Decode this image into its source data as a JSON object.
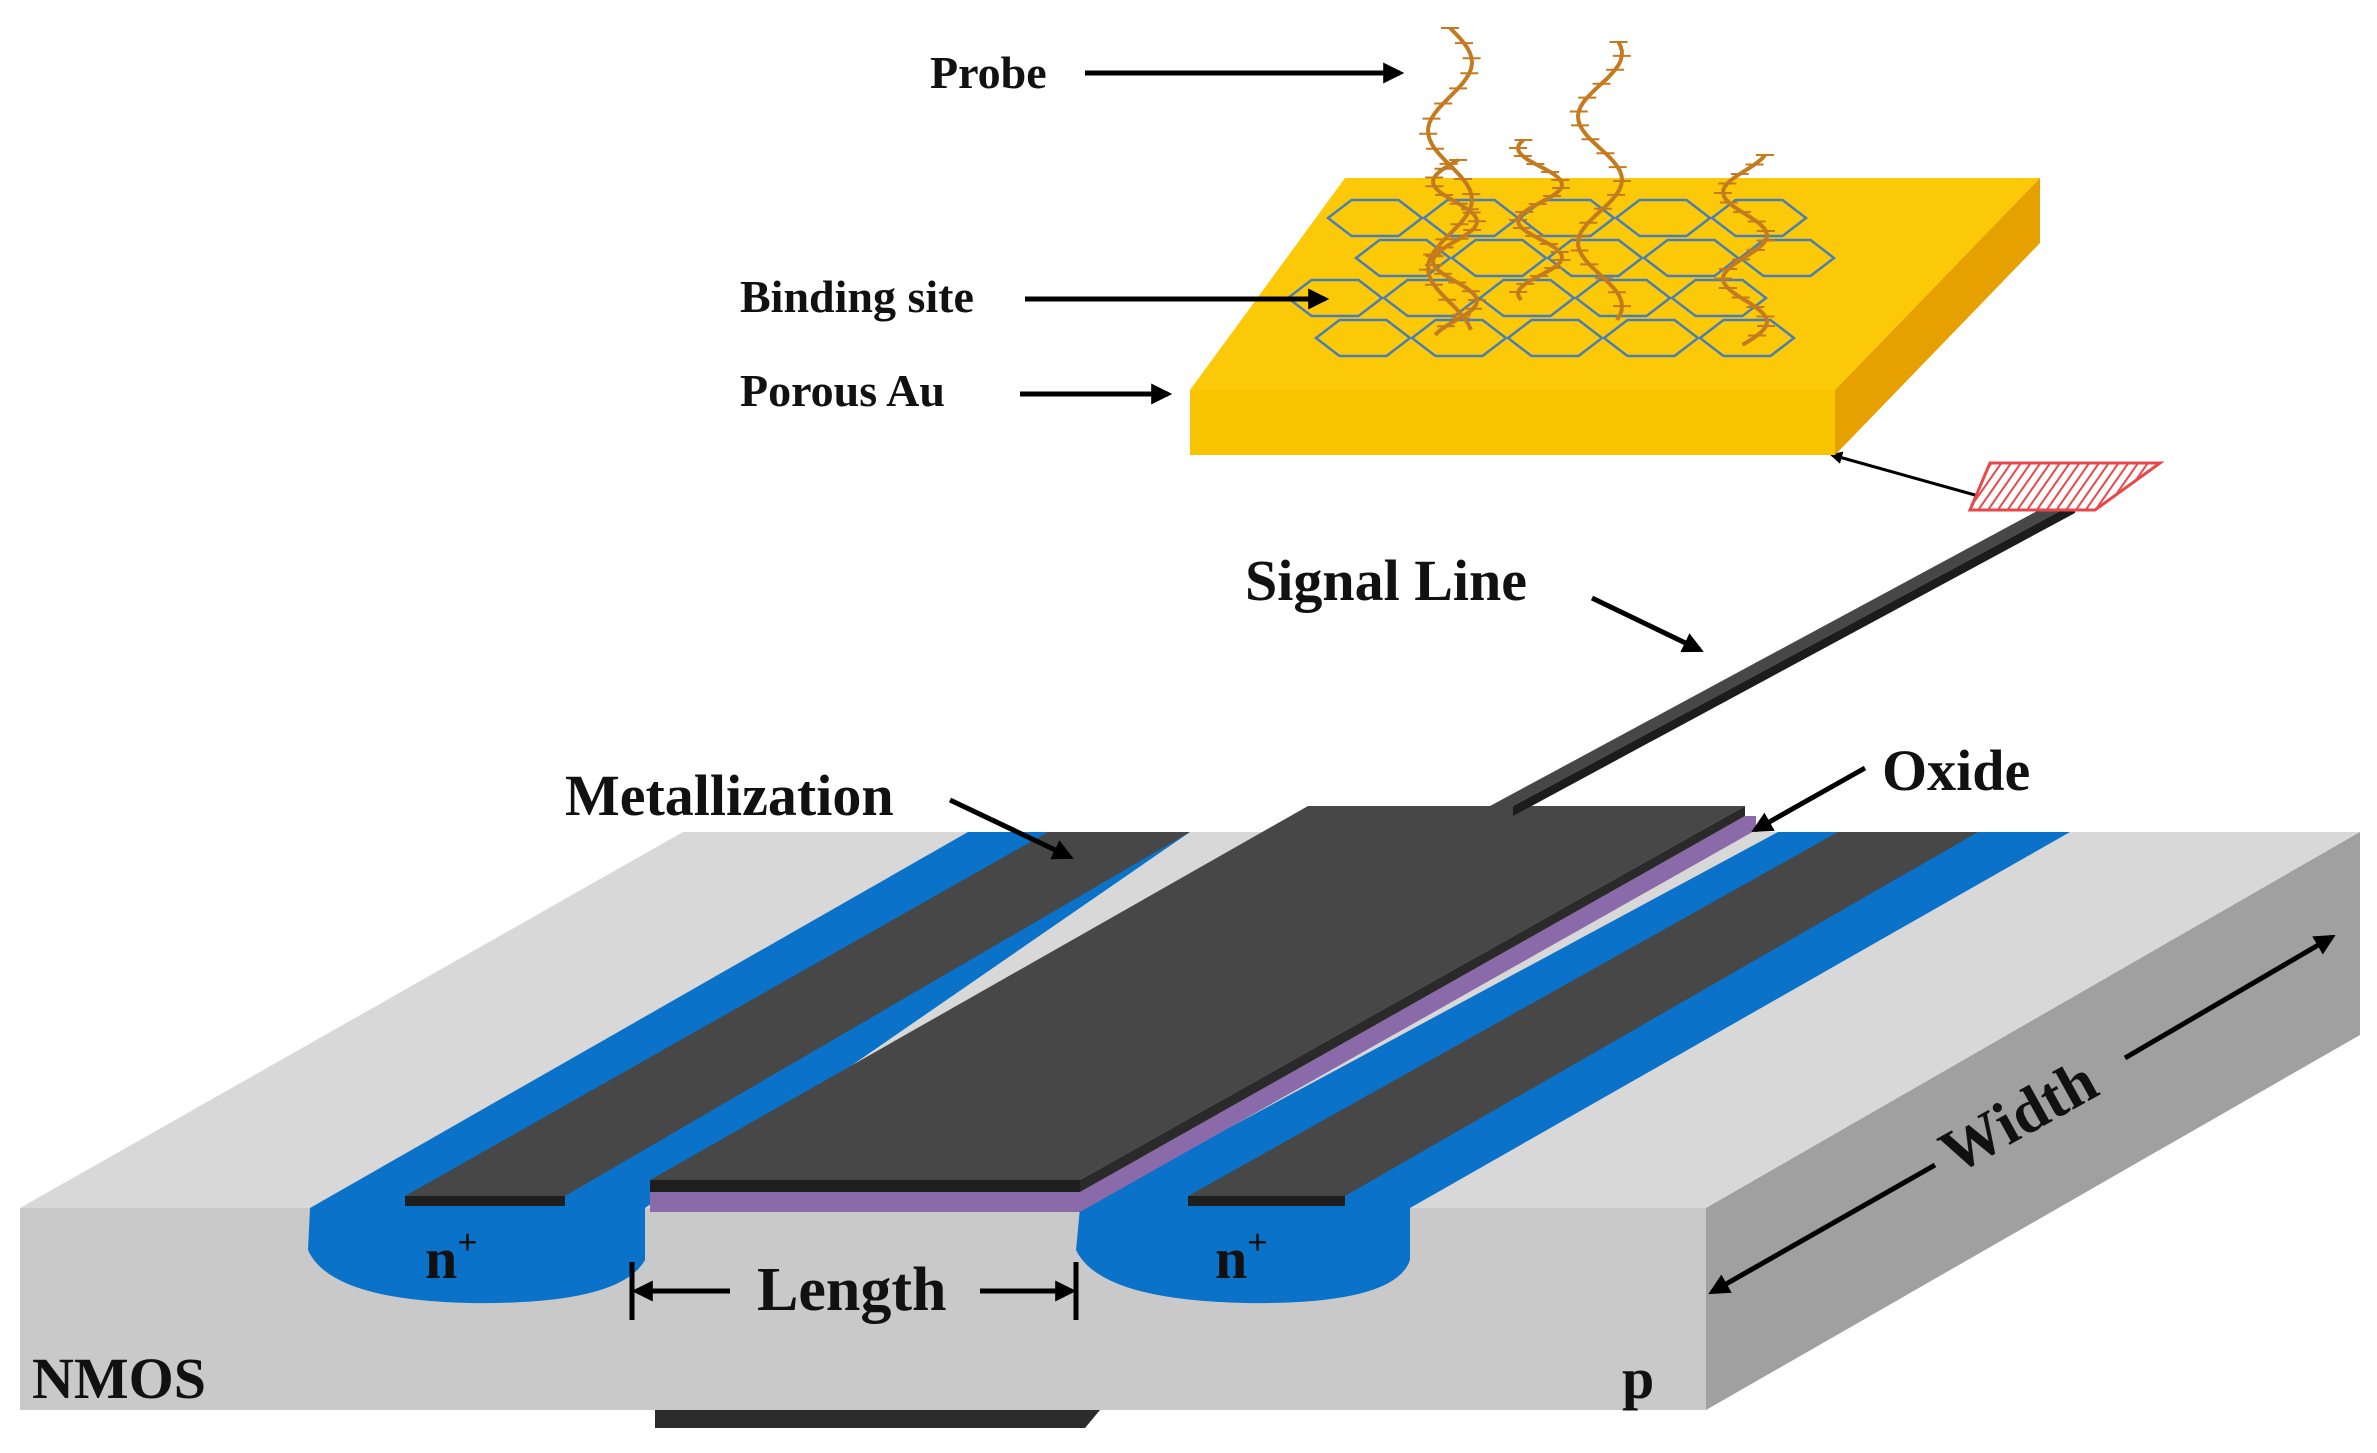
{
  "labels": {
    "probe": "Probe",
    "binding_site": "Binding site",
    "porous_au": "Porous Au",
    "signal_line": "Signal Line",
    "metallization": "Metallization",
    "oxide": "Oxide",
    "width": "Width",
    "length": "Length",
    "n_plus": "n",
    "n_plus_sup": "+",
    "nmos": "NMOS",
    "p": "p"
  },
  "colors": {
    "substrate_top": "#d8d8d8",
    "substrate_front": "#c9c9c9",
    "substrate_side": "#9f9f9f",
    "n_well": "#0a72c8",
    "metal": "#444444",
    "oxide": "#8a6aa8",
    "gold_top": "#fcc908",
    "gold_front": "#f7c200",
    "gold_side": "#e9a300",
    "hexagon_stroke": "#4a7fb5",
    "probe_strand": "#c47b1f",
    "red_pad": "#e8484a"
  }
}
